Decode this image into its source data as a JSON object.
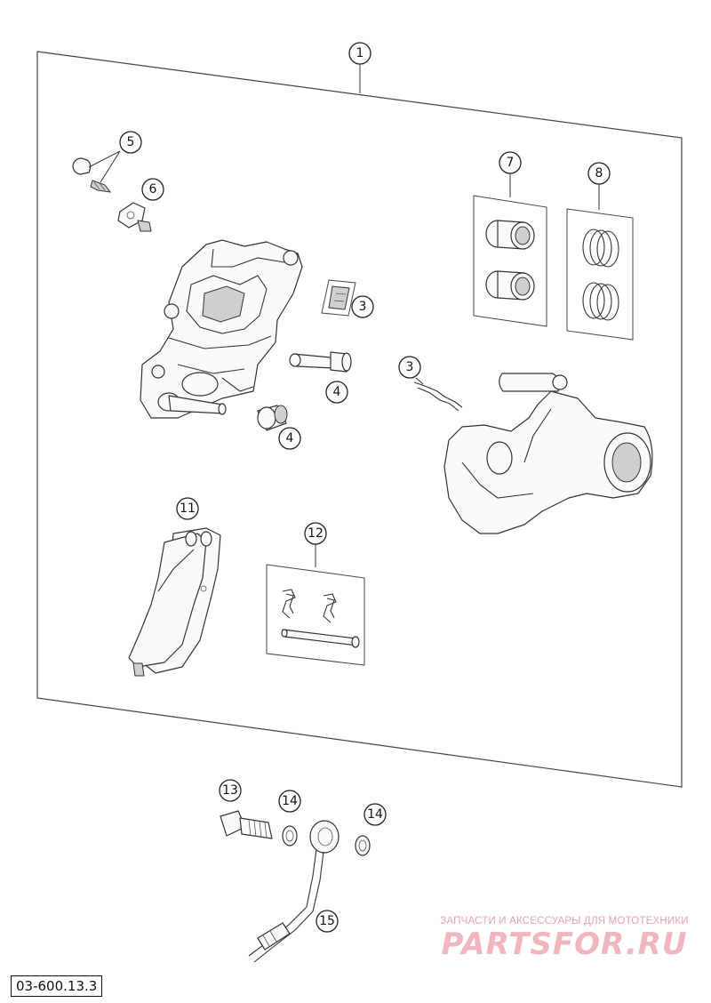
{
  "drawing_code": "03-600.13.3",
  "watermark": {
    "tagline": "ЗАПЧАСТИ И АКСЕССУАРЫ ДЛЯ МОТОТЕХНИКИ",
    "brand": "PARTSFOR.RU"
  },
  "callouts": {
    "c1": "1",
    "c3a": "3",
    "c3b": "3",
    "c4a": "4",
    "c4b": "4",
    "c5": "5",
    "c6": "6",
    "c7": "7",
    "c8": "8",
    "c11": "11",
    "c12": "12",
    "c13": "13",
    "c14a": "14",
    "c14b": "14",
    "c15": "15"
  }
}
